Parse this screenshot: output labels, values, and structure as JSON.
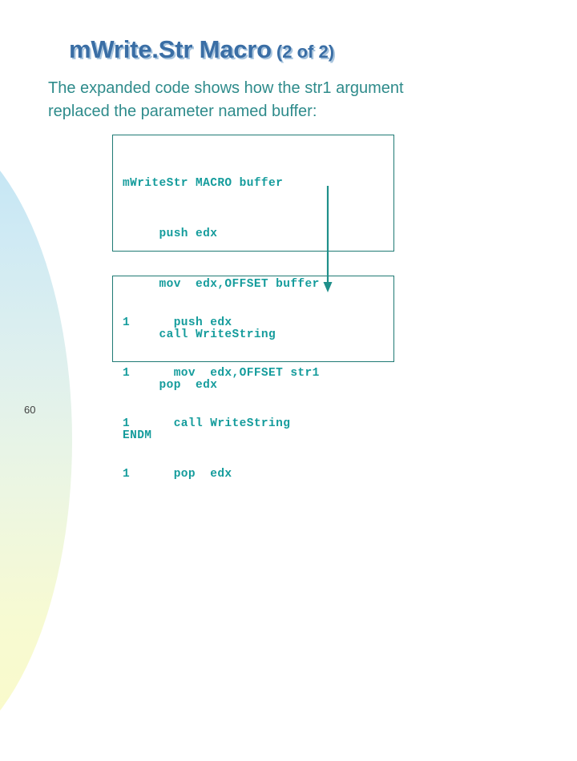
{
  "slide": {
    "title_main": "mWrite.Str Macro",
    "title_sub": "(2 of 2)",
    "title_color": "#3a6ea5",
    "title_shadow_color": "#a8c4dd",
    "body_color": "#2e8b8b",
    "code_color": "#159c9c",
    "code_border_color": "#1f7a74",
    "arrow_color": "#1f8f8a",
    "page_number": "60",
    "body_lines": [
      "The expanded code shows how the str1 argument",
      "replaced the parameter named buffer:"
    ],
    "code_block_1": {
      "name": "macro-definition",
      "lines": [
        "mWriteStr MACRO buffer",
        "     push edx",
        "     mov  edx,OFFSET buffer",
        "     call WriteString",
        "     pop  edx",
        "ENDM"
      ]
    },
    "code_block_2": {
      "name": "macro-expansion",
      "lines": [
        "1      push edx",
        "1      mov  edx,OFFSET str1",
        "1      call WriteString",
        "1      pop  edx"
      ]
    },
    "annotation": {
      "name": "substitution-arrow",
      "from_token": "buffer",
      "to_token": "str1"
    }
  }
}
